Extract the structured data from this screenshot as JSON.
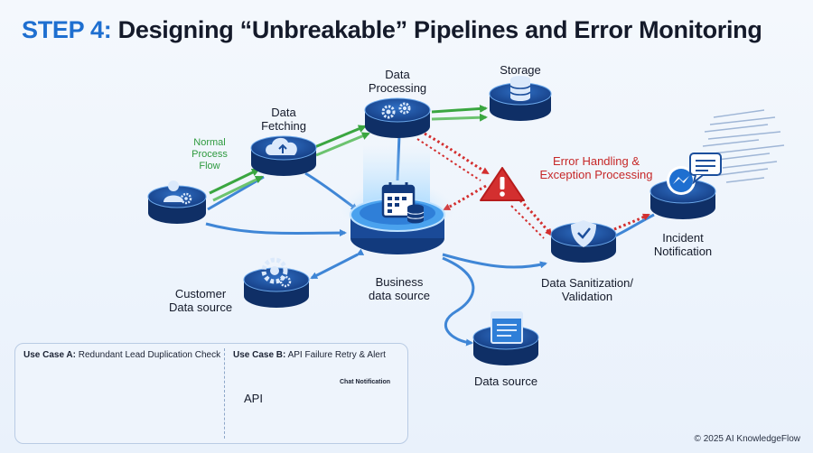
{
  "title": {
    "step": "STEP 4:",
    "rest": "Designing “Unbreakable” Pipelines and Error Monitoring"
  },
  "nodes": {
    "data_fetching": "Data\nFetching",
    "data_processing": "Data\nProcessing",
    "storage": "Storage",
    "business": "Business\ndata source",
    "customer": "Customer\nData source",
    "sanitization": "Data Sanitization/\nValidation",
    "incident": "Incident\nNotification",
    "data_source": "Data source"
  },
  "annotations": {
    "normal_flow": "Normal\nProcess\nFlow",
    "error_handling": "Error Handling &\nException Processing"
  },
  "use_cases": {
    "a_prefix": "Use Case A:",
    "a_text": " Redundant Lead Duplication Check",
    "b_prefix": "Use Case B:",
    "b_text": " API Failure Retry & Alert",
    "api": "API",
    "chat_notification": "Chat Notification"
  },
  "footer": "© 2025 AI KnowledgeFlow",
  "colors": {
    "accent_blue": "#1e6fd0",
    "node_dark": "#1c4f9c",
    "flow_green": "#3aa640",
    "error_red": "#d32f2f",
    "link_blue": "#3f86d6"
  }
}
